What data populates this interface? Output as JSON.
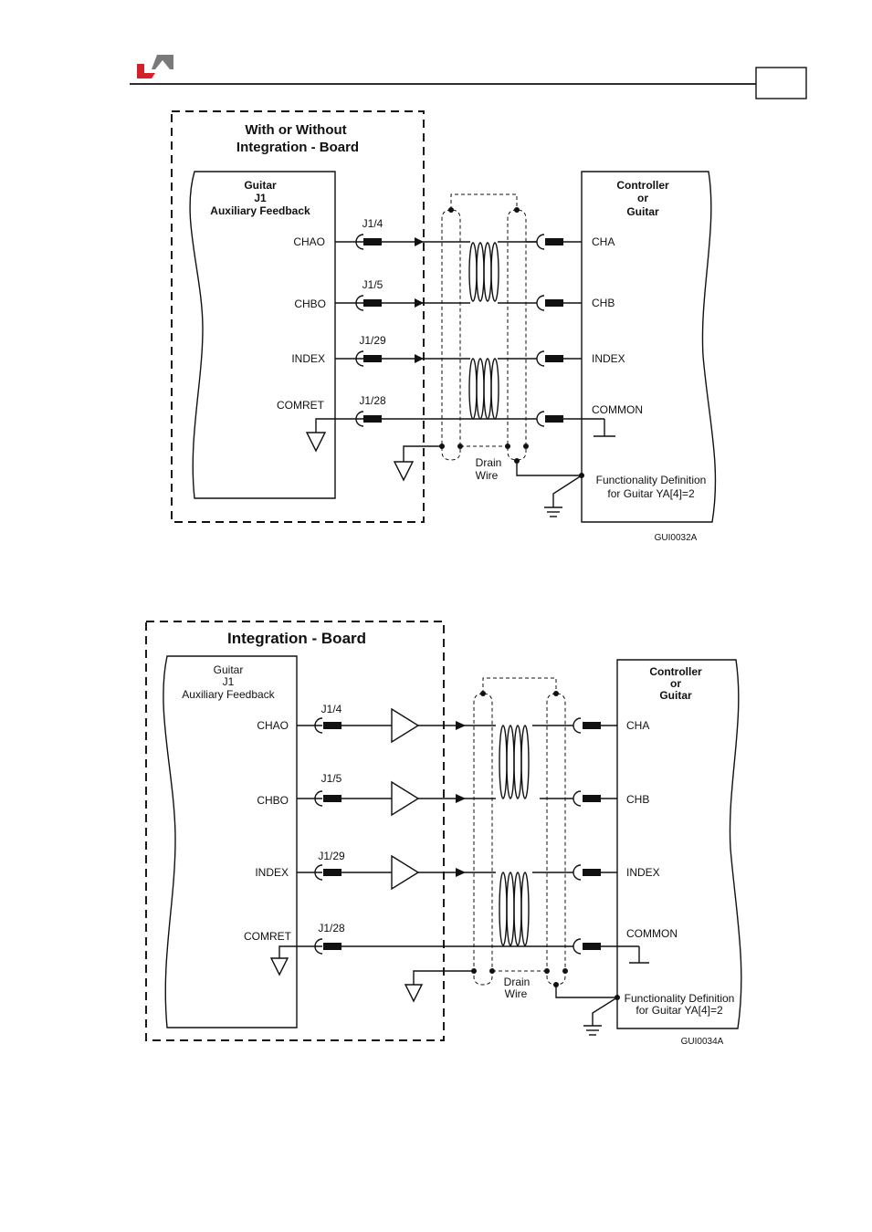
{
  "colors": {
    "logo_red": "#d4202a",
    "logo_gray": "#7a7a7a",
    "ink": "#111111"
  },
  "header": {
    "logo": "company-logo-icon"
  },
  "diagram1": {
    "title_line1": "With or Without",
    "title_line2": "Integration - Board",
    "left_block": {
      "line1": "Guitar",
      "line2": "J1",
      "line3": "Auxiliary Feedback"
    },
    "signals": [
      "CHAO",
      "CHBO",
      "INDEX",
      "COMRET"
    ],
    "pins": [
      "J1/4",
      "J1/5",
      "J1/29",
      "J1/28"
    ],
    "right_block": {
      "line1": "Controller",
      "line2": "or",
      "line3": "Guitar"
    },
    "right_signals": [
      "CHA",
      "CHB",
      "INDEX",
      "COMMON"
    ],
    "drain_line1": "Drain",
    "drain_line2": "Wire",
    "func_line1": "Functionality Definition",
    "func_line2": "for Guitar YA[4]=2",
    "ref": "GUI0032A"
  },
  "diagram2": {
    "title": "Integration - Board",
    "left_block": {
      "line1": "Guitar",
      "line2": "J1",
      "line3": "Auxiliary Feedback"
    },
    "signals": [
      "CHAO",
      "CHBO",
      "INDEX",
      "COMRET"
    ],
    "pins": [
      "J1/4",
      "J1/5",
      "J1/29",
      "J1/28"
    ],
    "right_block": {
      "line1": "Controller",
      "line2": "or",
      "line3": "Guitar"
    },
    "right_signals": [
      "CHA",
      "CHB",
      "INDEX",
      "COMMON"
    ],
    "drain_line1": "Drain",
    "drain_line2": "Wire",
    "func_line1": "Functionality Definition",
    "func_line2": "for Guitar YA[4]=2",
    "ref": "GUI0034A"
  }
}
